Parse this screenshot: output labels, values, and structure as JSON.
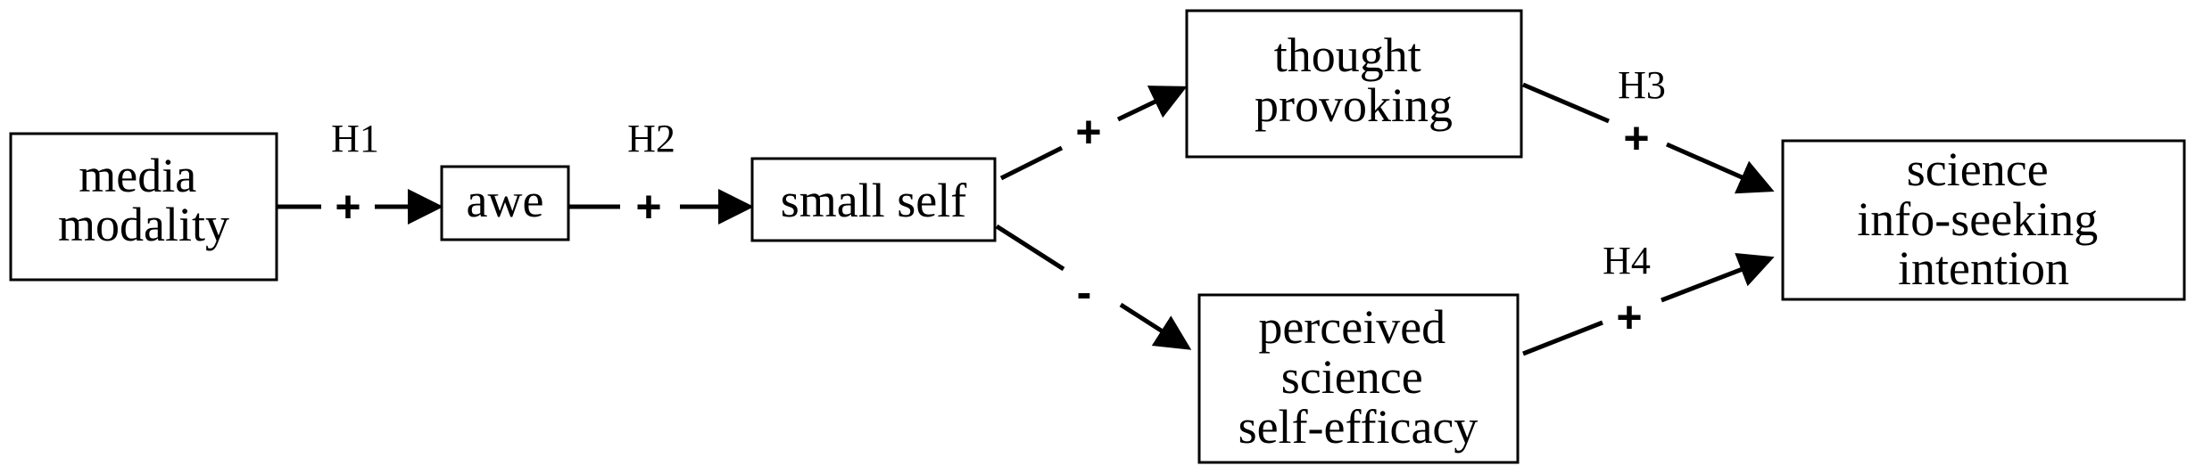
{
  "nodes": {
    "media_modality": {
      "lines": [
        "media",
        "modality"
      ]
    },
    "awe": {
      "lines": [
        "awe"
      ]
    },
    "small_self": {
      "lines": [
        "small self"
      ]
    },
    "thought_provoking": {
      "lines": [
        "thought",
        "provoking"
      ]
    },
    "perceived_efficacy": {
      "lines": [
        "perceived",
        "science",
        "self-efficacy"
      ]
    },
    "intention": {
      "lines": [
        "science",
        "info-seeking",
        "intention"
      ]
    }
  },
  "edges": {
    "media_to_awe": {
      "sign": "+",
      "hypothesis": "H1"
    },
    "awe_to_small": {
      "sign": "+",
      "hypothesis": "H2"
    },
    "small_to_thought": {
      "sign": "+"
    },
    "small_to_efficacy": {
      "sign": "-"
    },
    "thought_to_intention": {
      "sign": "+",
      "hypothesis": "H3"
    },
    "efficacy_to_intention": {
      "sign": "+",
      "hypothesis": "H4"
    }
  }
}
